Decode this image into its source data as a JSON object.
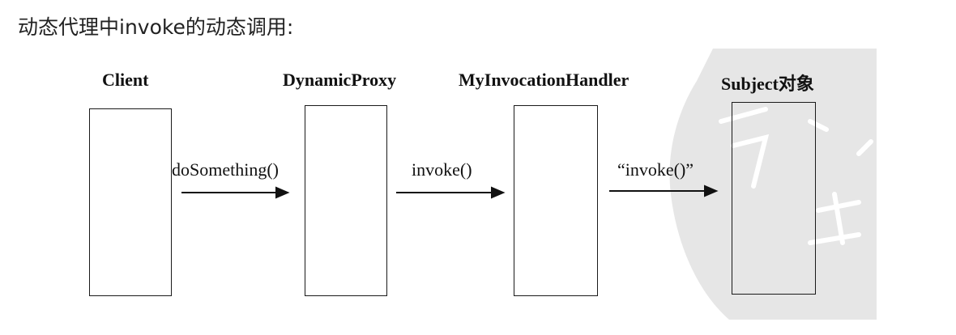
{
  "heading": "动态代理中invoke的动态调用:",
  "diagram": {
    "participants": [
      {
        "id": "client",
        "label": "Client"
      },
      {
        "id": "dynamic-proxy",
        "label": "DynamicProxy"
      },
      {
        "id": "my-invocation-handler",
        "label": "MyInvocationHandler"
      },
      {
        "id": "subject",
        "label": "Subject对象"
      }
    ],
    "messages": [
      {
        "from": "client",
        "to": "dynamic-proxy",
        "label": "doSomething()"
      },
      {
        "from": "dynamic-proxy",
        "to": "my-invocation-handler",
        "label": "invoke()"
      },
      {
        "from": "my-invocation-handler",
        "to": "subject",
        "label": "“invoke()”"
      }
    ]
  }
}
